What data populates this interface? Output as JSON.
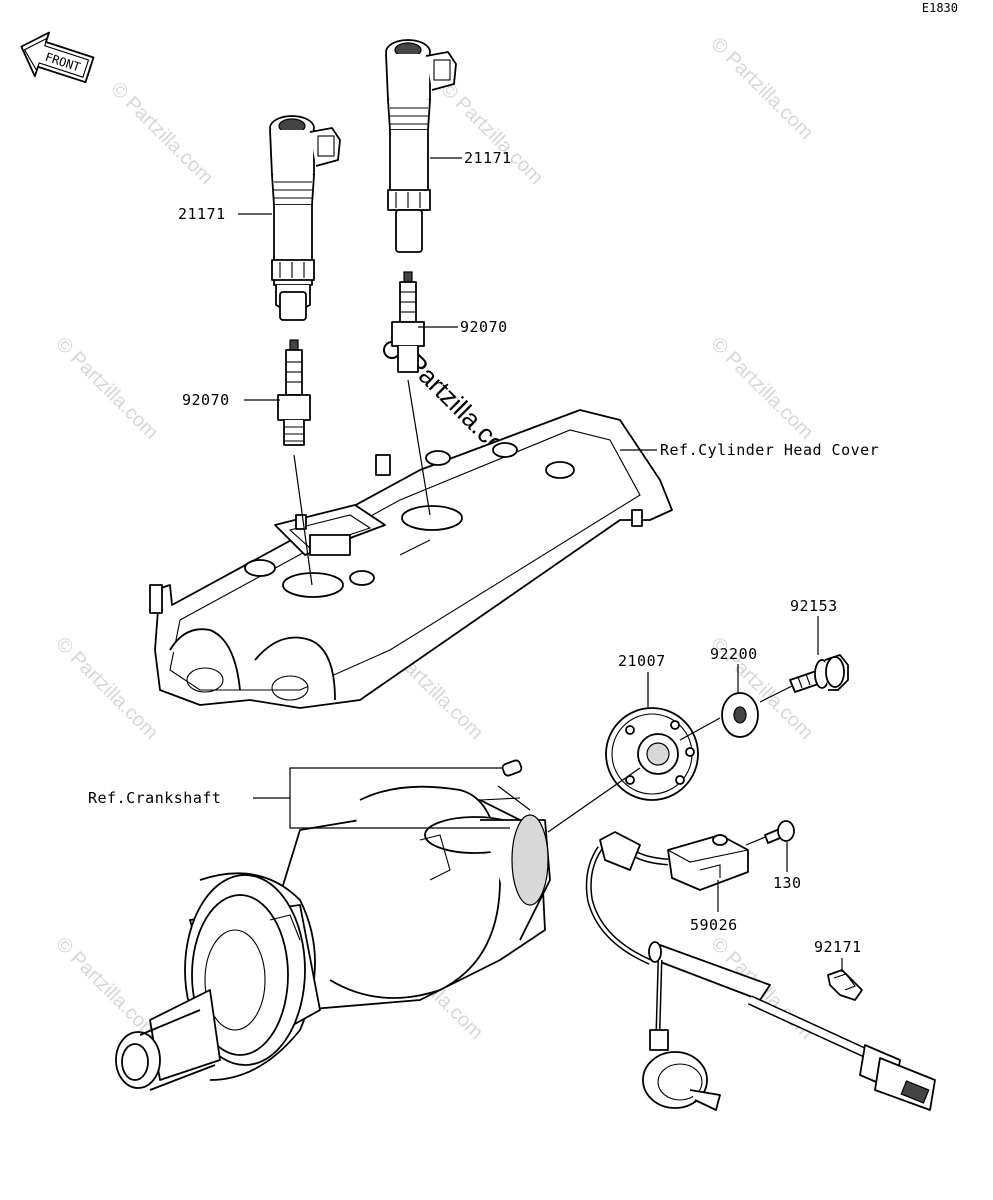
{
  "diagram_code": "E1830",
  "front_label": "FRONT",
  "callouts": {
    "coil_left": "21171",
    "coil_right": "21171",
    "plug_left": "92070",
    "plug_right": "92070",
    "cylinder_head_cover": "Ref.Cylinder Head Cover",
    "crankshaft": "Ref.Crankshaft",
    "rotor": "21007",
    "washer": "92200",
    "bolt_rotor": "92153",
    "bolt_sensor": "130",
    "sensor": "59026",
    "clamp": "92171"
  },
  "watermark": "© Partzilla.com",
  "watermark_center": "Partzilla.com"
}
